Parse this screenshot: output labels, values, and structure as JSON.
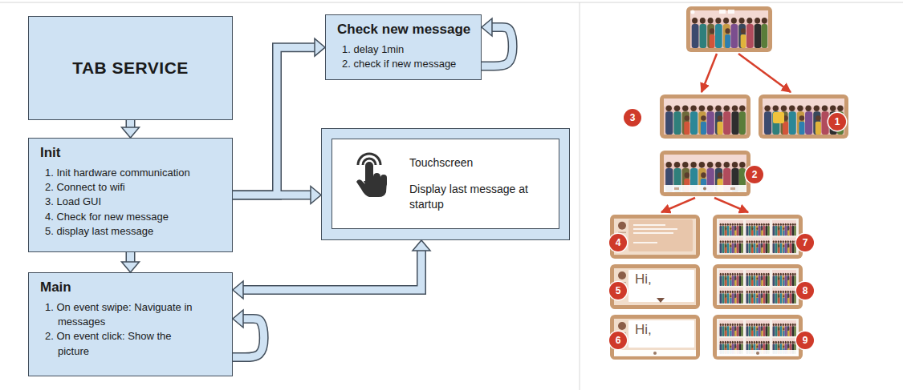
{
  "diagram": {
    "nodes": [
      {
        "text": [
          "TAB SERVICE"
        ]
      },
      {
        "text": [
          "Check new message",
          "1. delay 1min",
          "2. check if new message"
        ]
      },
      {
        "text": [
          "Init",
          "1. Init hardware communication",
          "2. Connect to wifi",
          "3. Load GUI",
          "4. Check for new message",
          "5. display last message"
        ]
      },
      {
        "text": [
          "Touchscreen",
          "Display last message at startup"
        ]
      },
      {
        "text": [
          "Main",
          "1. On event swipe: Naviguate in messages",
          "2. On event click: Show the picture"
        ]
      }
    ],
    "edges": [
      {
        "from": 0,
        "to": 2,
        "arrow": "to"
      },
      {
        "from": 2,
        "to": 1,
        "arrow": "to"
      },
      {
        "from": 2,
        "to": 3,
        "arrow": "to"
      },
      {
        "from": 2,
        "to": 4,
        "arrow": "to"
      },
      {
        "from": 1,
        "to": 1,
        "arrow": "to"
      },
      {
        "from": 4,
        "to": 3,
        "arrow": "both"
      },
      {
        "from": 4,
        "to": 4,
        "arrow": "to"
      }
    ],
    "labels": [
      "3",
      "1",
      "2",
      "4",
      "7",
      "5",
      "Hi,",
      "8",
      "6",
      "Hi,",
      "9"
    ]
  }
}
